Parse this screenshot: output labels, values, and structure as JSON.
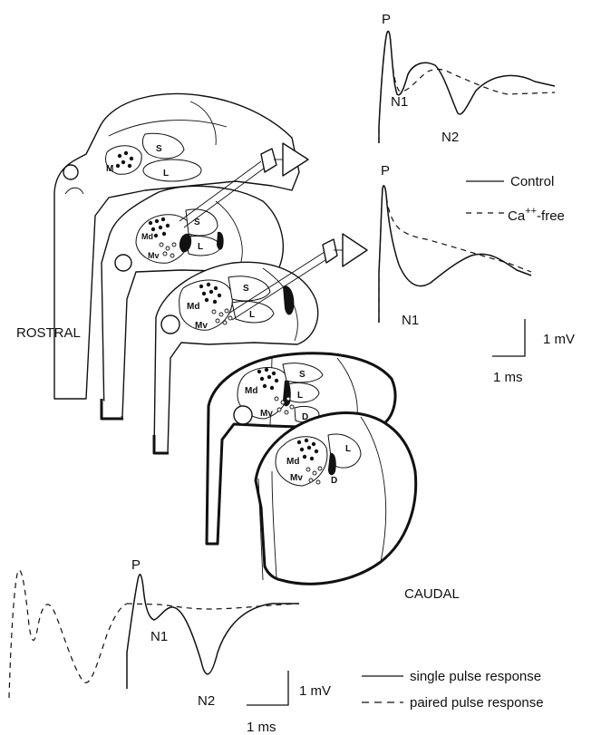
{
  "orientation": {
    "rostral": "ROSTRAL",
    "caudal": "CAUDAL"
  },
  "slices": [
    {
      "labels": [
        "M",
        "S",
        "L"
      ]
    },
    {
      "labels": [
        "Md",
        "S",
        "L",
        "Mv"
      ]
    },
    {
      "labels": [
        "Md",
        "S",
        "L",
        "Mv"
      ]
    },
    {
      "labels": [
        "Md",
        "S",
        "L",
        "Mv",
        "D"
      ]
    },
    {
      "labels": [
        "Md",
        "L",
        "Mv",
        "D"
      ]
    }
  ],
  "top_traces": {
    "upper": {
      "peaks": [
        "P",
        "N1",
        "N2"
      ]
    },
    "lower": {
      "peaks": [
        "P",
        "N1"
      ]
    },
    "legend": {
      "solid": "Control",
      "dashed_base": "Ca",
      "dashed_sup": "++",
      "dashed_rest": "-free"
    },
    "scale": {
      "voltage": "1 mV",
      "time": "1 ms"
    }
  },
  "bottom_trace": {
    "peaks": [
      "P",
      "N1",
      "N2"
    ],
    "legend": {
      "solid": "single pulse response",
      "dashed": "paired pulse response"
    },
    "scale": {
      "voltage": "1 mV",
      "time": "1 ms"
    }
  }
}
